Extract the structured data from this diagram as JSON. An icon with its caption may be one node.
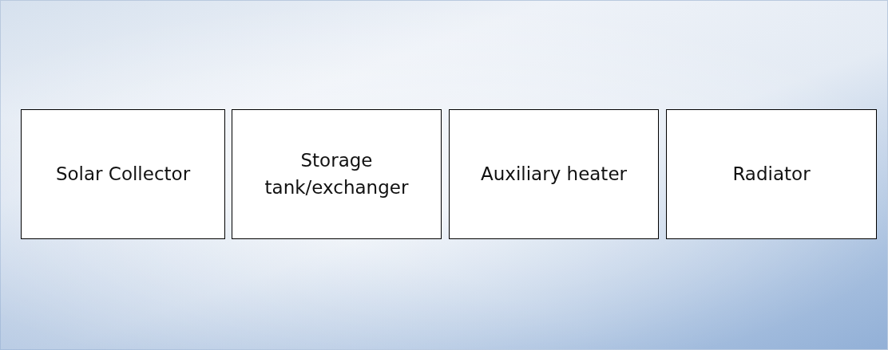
{
  "diagram": {
    "nodes": [
      {
        "text": [
          "Solar Collector"
        ]
      },
      {
        "text": [
          "Storage tank/exchanger"
        ]
      },
      {
        "text": [
          "Auxiliary heater"
        ]
      },
      {
        "text": [
          "Radiator"
        ]
      }
    ]
  }
}
